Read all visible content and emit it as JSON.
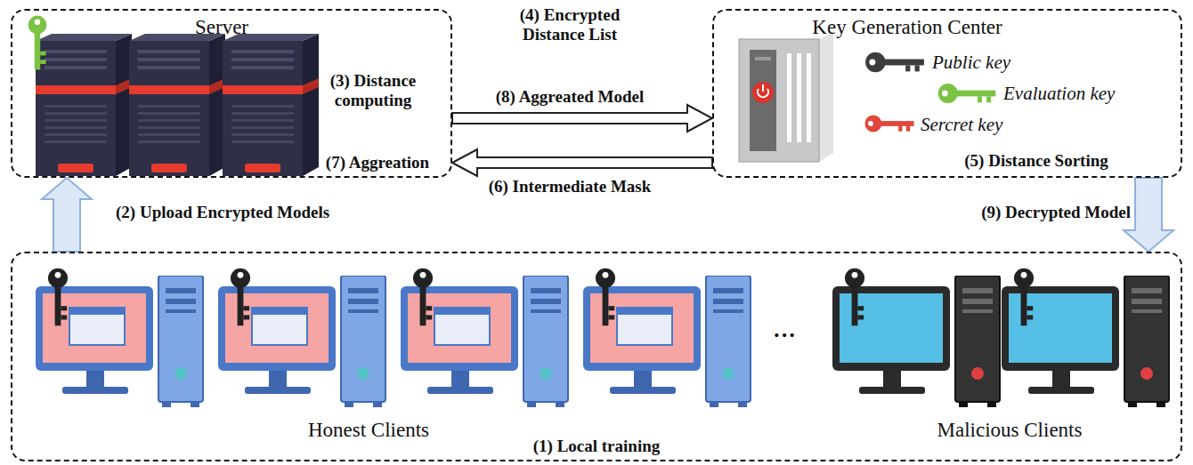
{
  "diagram": {
    "nodes": [
      {
        "text": [
          "Server",
          "(3) Distance computing",
          "(7) Aggreation"
        ]
      },
      {
        "text": [
          "Key Generation Center",
          "Public key",
          "Evaluation key",
          "Sercret key",
          "(5) Distance Sorting"
        ]
      },
      {
        "text": [
          "Honest Clients",
          "(1) Local training",
          "Malicious Clients"
        ]
      }
    ],
    "edges": [
      {
        "from": 0,
        "to": 1,
        "label": "(4) Encrypted Distance List",
        "arrow": "to"
      },
      {
        "from": 1,
        "to": 0,
        "label": "(6) Intermediate Mask",
        "arrow": "to"
      },
      {
        "from": 2,
        "to": 0,
        "label": "(2) Upload Encrypted Models",
        "arrow": "to"
      },
      {
        "from": 1,
        "to": 2,
        "label": "(9) Decrypted Model",
        "arrow": "to"
      }
    ],
    "labels": [
      "(8) Aggreated Model",
      "···"
    ]
  }
}
